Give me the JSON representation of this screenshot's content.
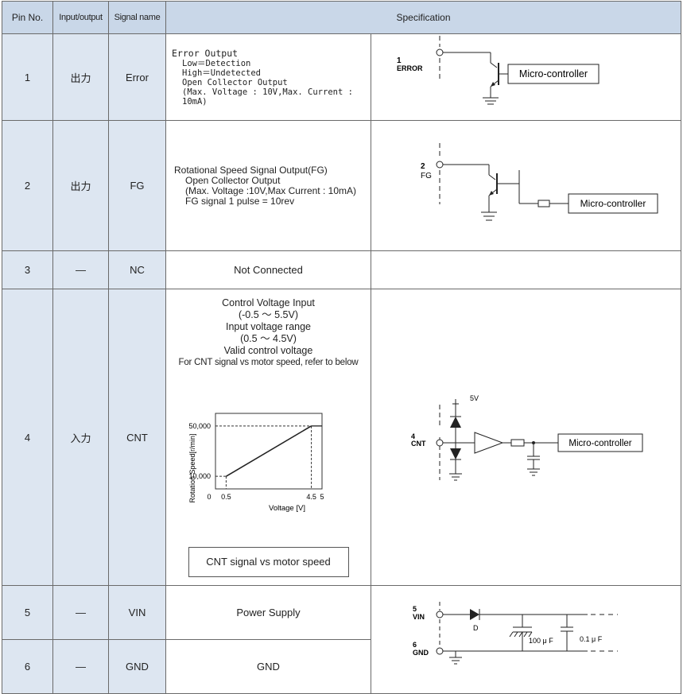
{
  "headers": {
    "pin": "Pin No.",
    "io": "Input/output",
    "signal": "Signal name",
    "spec": "Specification"
  },
  "rows": [
    {
      "pin": "1",
      "io": "出力",
      "signal": "Error",
      "spec_lines": [
        "Error Output",
        "Low＝Detection",
        "High＝Undetected",
        "Open Collector Output",
        "(Max. Voltage : 10V,Max. Current : 10mA)"
      ],
      "diagram": {
        "pin_label": "1",
        "signal_label": "ERROR",
        "box_label": "Micro-controller"
      }
    },
    {
      "pin": "2",
      "io": "出力",
      "signal": "FG",
      "spec_lines": [
        "Rotational Speed Signal Output(FG)",
        "Open Collector Output",
        "(Max. Voltage :10V,Max Current : 10mA)",
        "FG signal 1 pulse = 10rev"
      ],
      "diagram": {
        "pin_label": "2",
        "signal_label": "FG",
        "box_label": "Micro-controller"
      }
    },
    {
      "pin": "3",
      "io": "—",
      "signal": "NC",
      "spec_lines": [
        "Not Connected"
      ]
    },
    {
      "pin": "4",
      "io": "入力",
      "signal": "CNT",
      "spec_lines": [
        "Control Voltage Input",
        "(-0.5 ～ 5.5V)",
        "Input voltage range",
        "(0.5 ～ 4.5V)",
        "Valid control voltage",
        "For CNT signal vs motor speed, refer to below"
      ],
      "caption": "CNT signal vs motor speed",
      "diagram": {
        "pin_label": "4",
        "signal_label": "CNT",
        "supply_label": "5V",
        "box_label": "Micro-controller"
      }
    },
    {
      "pin": "5",
      "io": "—",
      "signal": "VIN",
      "spec_lines": [
        "Power Supply"
      ],
      "diagram": {
        "vin_pin": "5",
        "vin_label": "VIN",
        "gnd_pin": "6",
        "gnd_label": "GND",
        "diode_label": "D",
        "cap1_label": "100 μ F",
        "cap2_label": "0.1 μ F"
      }
    },
    {
      "pin": "6",
      "io": "—",
      "signal": "GND",
      "spec_lines": [
        "GND"
      ]
    }
  ],
  "chart_data": {
    "type": "line",
    "title": "",
    "xlabel": "Voltage [V]",
    "ylabel": "Rotation Speed[r/min]",
    "xlim": [
      0,
      5
    ],
    "ylim": [
      0,
      60000
    ],
    "x_ticks": [
      "0",
      "0.5",
      "4.5",
      "5"
    ],
    "y_ticks": [
      "10,000",
      "50,000"
    ],
    "series": [
      {
        "x": [
          0.5,
          4.5
        ],
        "y": [
          10000,
          50000
        ]
      }
    ]
  }
}
